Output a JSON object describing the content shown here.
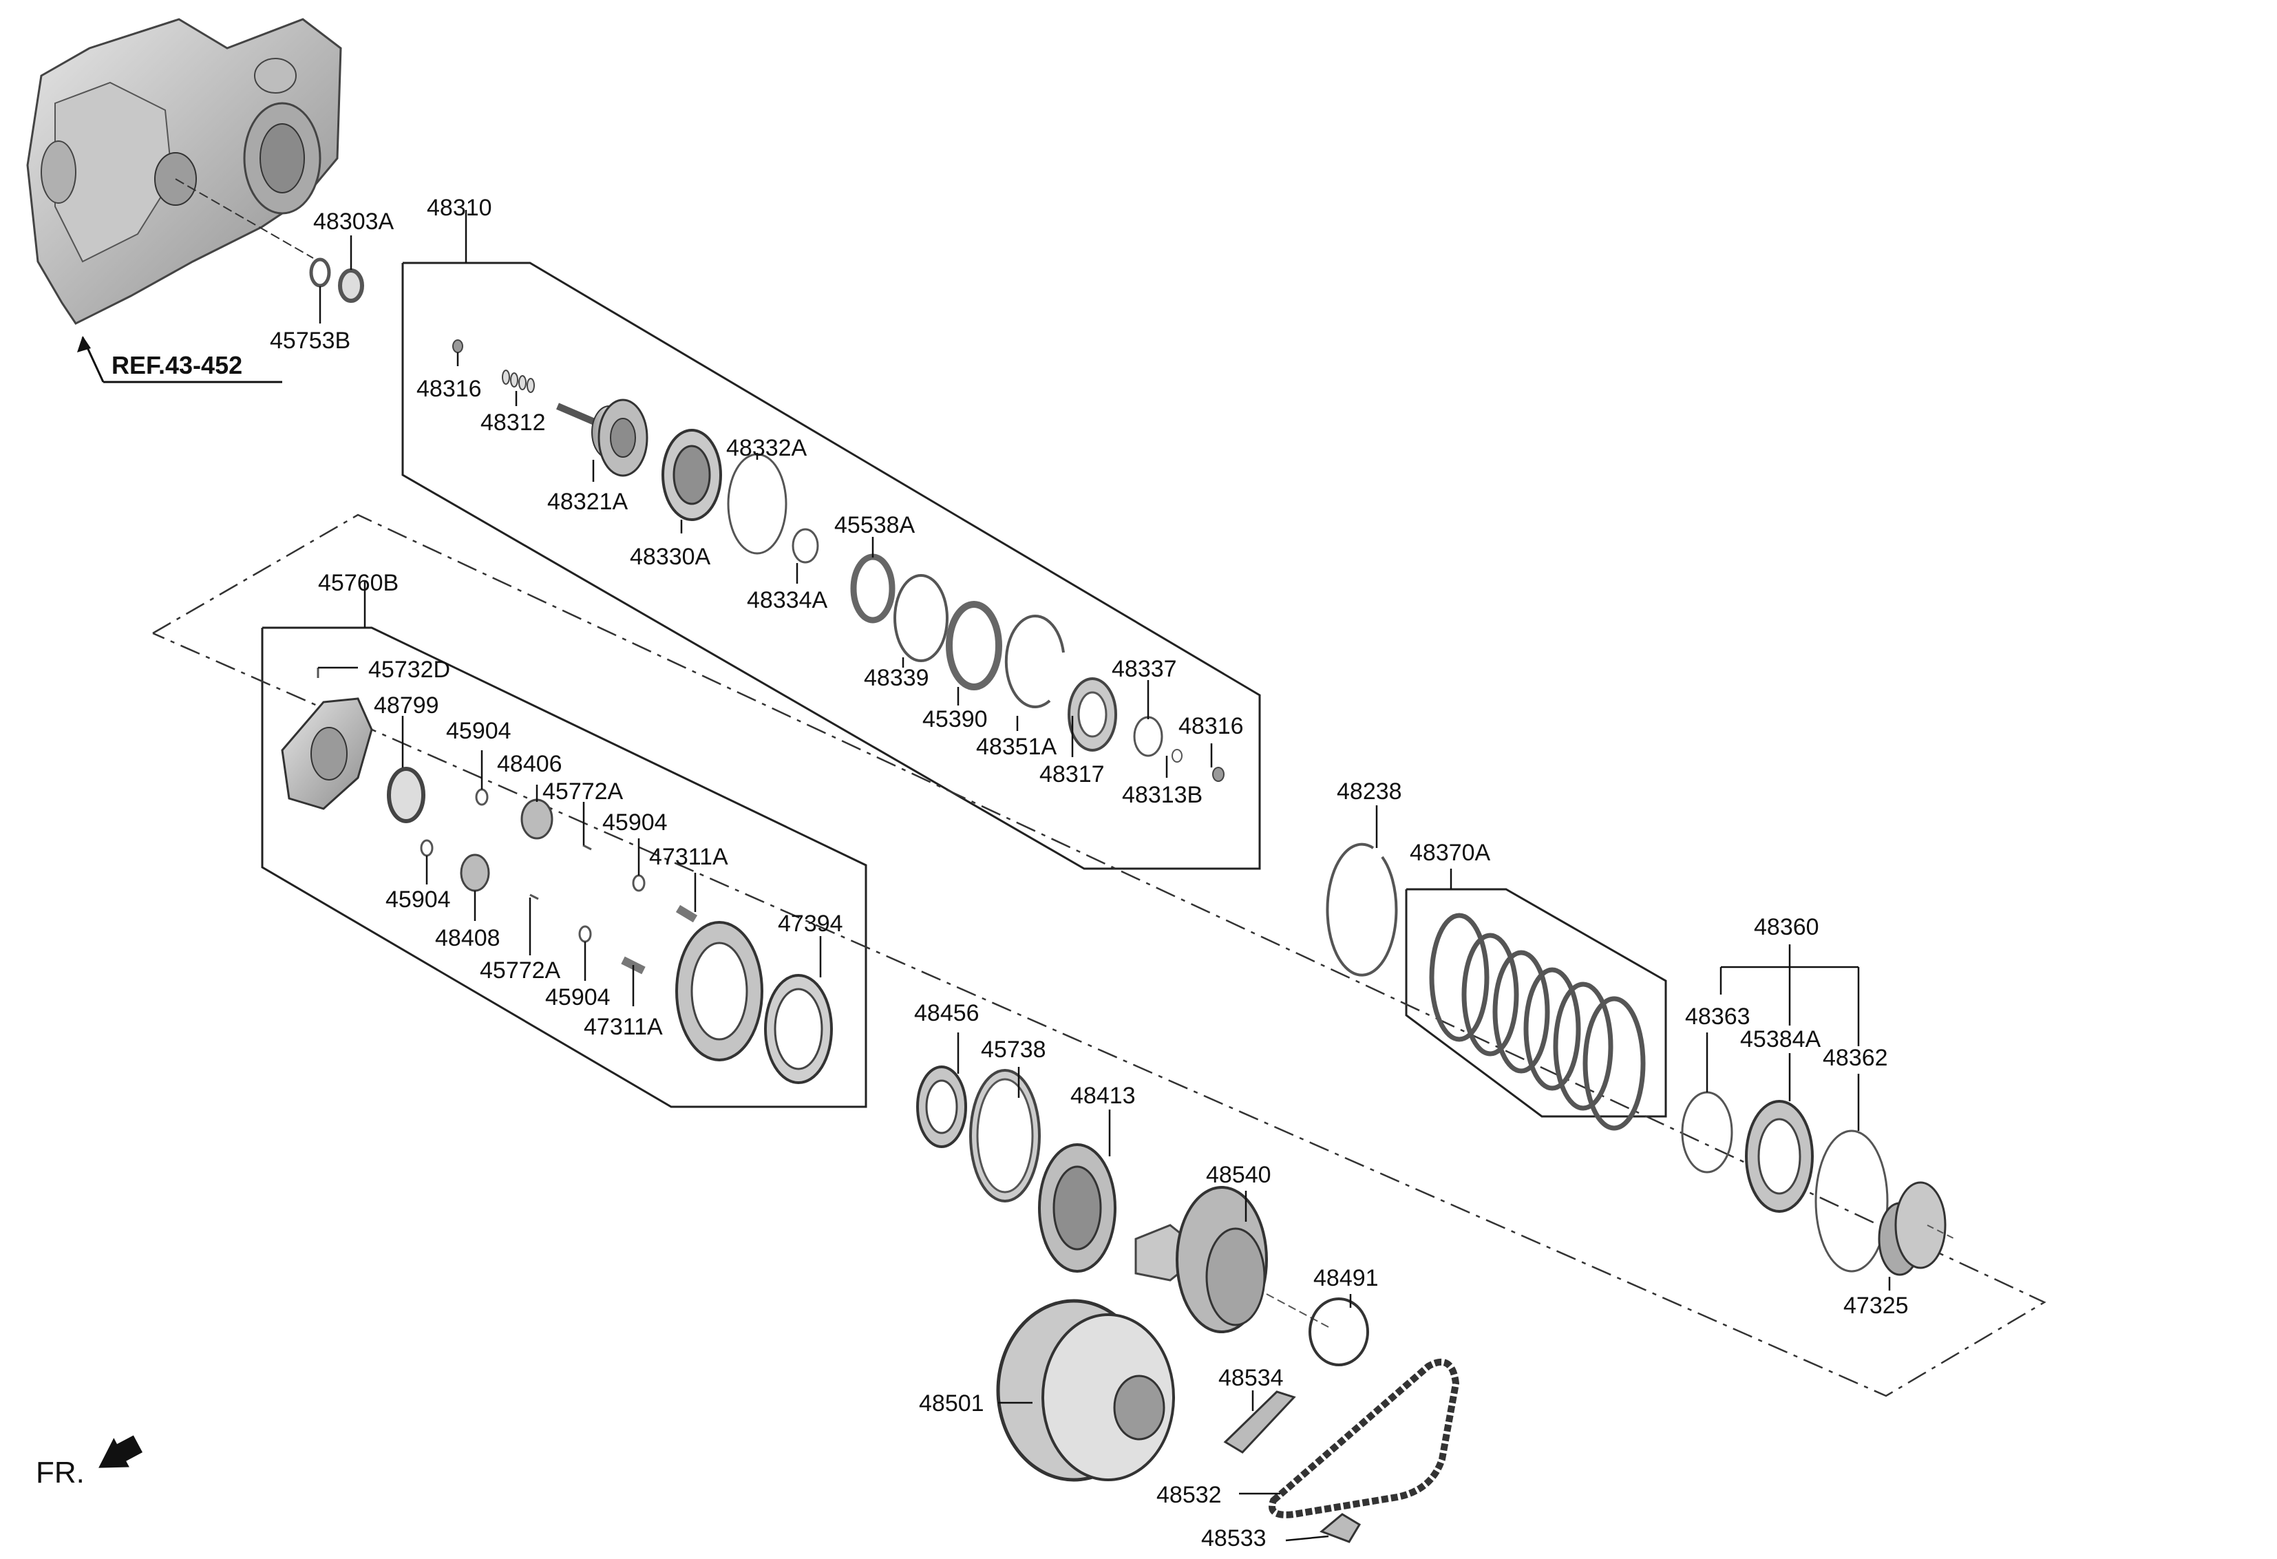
{
  "diagram": {
    "reference": "REF.43-452",
    "orientation_mark": "FR.",
    "parts": {
      "p48303A": "48303A",
      "p45753B": "45753B",
      "p48310": "48310",
      "p48316_a": "48316",
      "p48312": "48312",
      "p48321A": "48321A",
      "p48332A": "48332A",
      "p48330A": "48330A",
      "p48334A": "48334A",
      "p45538A": "45538A",
      "p48339": "48339",
      "p45390": "45390",
      "p48351A": "48351A",
      "p48337": "48337",
      "p48317": "48317",
      "p48316_b": "48316",
      "p48313B": "48313B",
      "p45760B": "45760B",
      "p45732D": "45732D",
      "p48799": "48799",
      "p45904_a": "45904",
      "p48406": "48406",
      "p45772A_a": "45772A",
      "p45904_b": "45904",
      "p47311A_a": "47311A",
      "p47394": "47394",
      "p45904_c": "45904",
      "p48408": "48408",
      "p45772A_b": "45772A",
      "p45904_d": "45904",
      "p47311A_b": "47311A",
      "p48238": "48238",
      "p48370A": "48370A",
      "p48360": "48360",
      "p48363": "48363",
      "p45384A": "45384A",
      "p48362": "48362",
      "p47325": "47325",
      "p48456": "48456",
      "p45738": "45738",
      "p48413": "48413",
      "p48540": "48540",
      "p48491": "48491",
      "p48534": "48534",
      "p48501": "48501",
      "p48532": "48532",
      "p48533": "48533"
    }
  }
}
